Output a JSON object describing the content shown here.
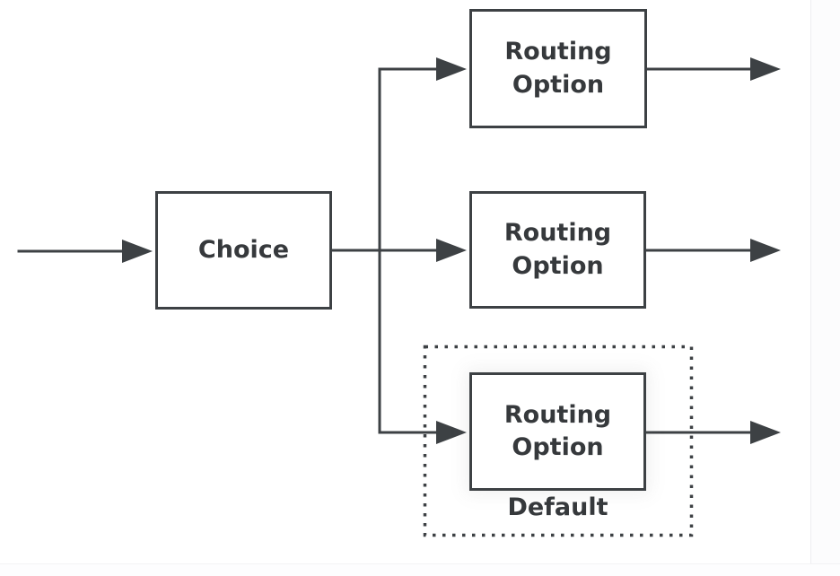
{
  "colors": {
    "background": "#ffffff",
    "line": "#3d4144",
    "text": "#36393c"
  },
  "nodes": {
    "choice": {
      "label": "Choice"
    },
    "routing_top": {
      "label": "Routing\nOption"
    },
    "routing_middle": {
      "label": "Routing\nOption"
    },
    "routing_default": {
      "label": "Routing\nOption"
    },
    "default_group_label": "Default"
  },
  "connectors": [
    {
      "id": "input-to-choice",
      "from": "input",
      "to": "choice"
    },
    {
      "id": "choice-to-routing-top",
      "from": "choice",
      "to": "routing_top"
    },
    {
      "id": "choice-to-routing-middle",
      "from": "choice",
      "to": "routing_middle"
    },
    {
      "id": "choice-to-routing-default",
      "from": "choice",
      "to": "routing_default"
    },
    {
      "id": "routing-top-output",
      "from": "routing_top",
      "to": "output"
    },
    {
      "id": "routing-middle-output",
      "from": "routing_middle",
      "to": "output"
    },
    {
      "id": "routing-default-output",
      "from": "routing_default",
      "to": "output"
    }
  ]
}
